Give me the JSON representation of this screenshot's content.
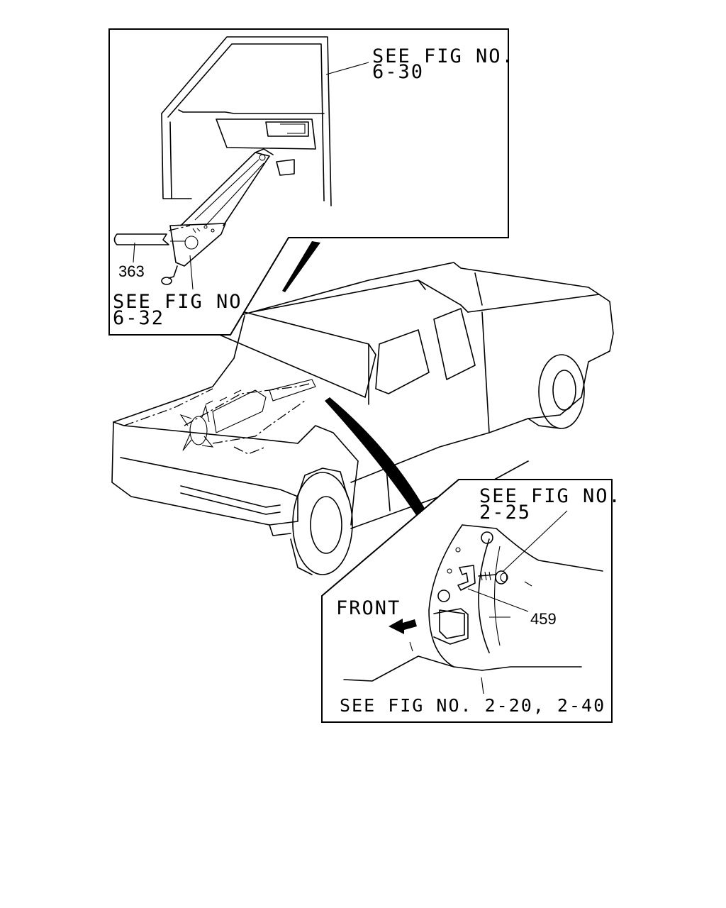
{
  "callouts": {
    "fig_6_30_line1": "SEE FIG NO.",
    "fig_6_30_line2": "6-30",
    "part_363": "363",
    "fig_6_32_line1": "SEE FIG NO",
    "fig_6_32_line2": "6-32",
    "fig_2_25_line1": "SEE FIG NO.",
    "fig_2_25_line2": "2-25",
    "part_459": "459",
    "front_label": "FRONT",
    "fig_2_20_2_40": "SEE FIG NO. 2-20, 2-40"
  }
}
